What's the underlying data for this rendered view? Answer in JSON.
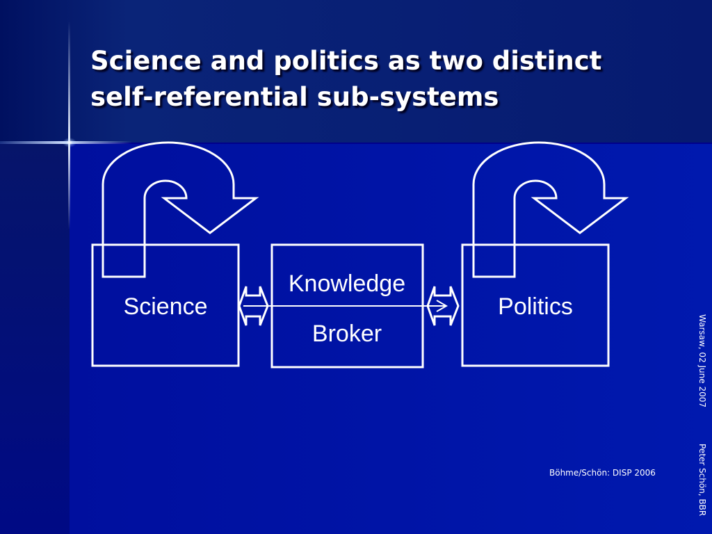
{
  "slide": {
    "title_line1": "Science and politics as two distinct",
    "title_line2": "self-referential sub-systems",
    "source": "Böhme/Schön: DISP 2006",
    "footer_date": "Warsaw, 02 June 2007",
    "footer_author": "Peter Schön, BBR"
  },
  "diagram": {
    "science_label": "Science",
    "broker_label_line1": "Knowledge",
    "broker_label_line2": "Broker",
    "politics_label": "Politics"
  },
  "colors": {
    "background": "#000f9e",
    "header": "#0a2478",
    "foreground": "#ffffff"
  }
}
